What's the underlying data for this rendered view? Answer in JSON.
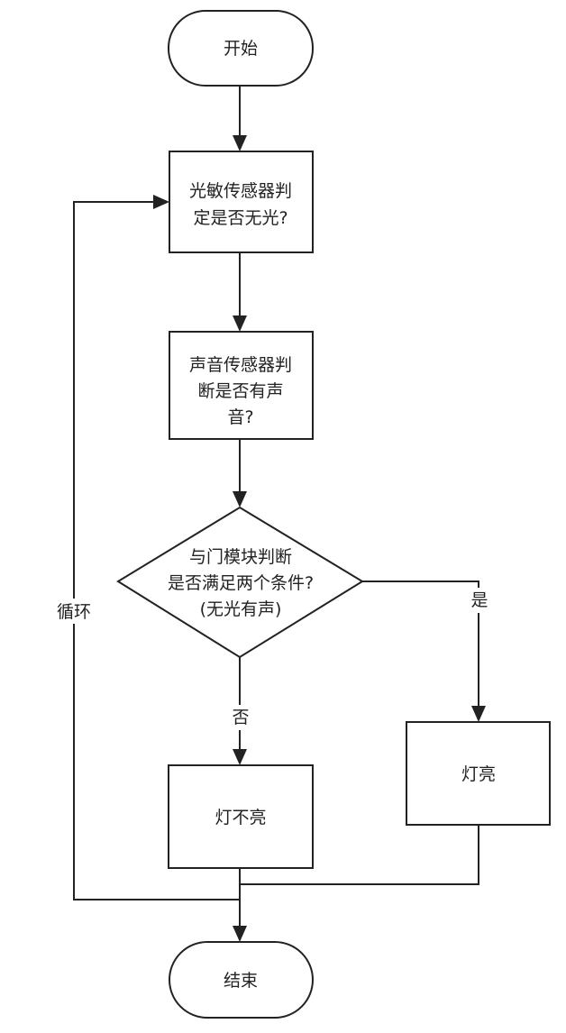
{
  "nodes": {
    "start": "开始",
    "light_check": [
      "光敏传感器判",
      "定是否无光?"
    ],
    "sound_check": [
      "声音传感器判",
      "断是否有声",
      "音?"
    ],
    "and_gate": [
      "与门模块判断",
      "是否满足两个条件?",
      "(无光有声)"
    ],
    "light_on": "灯亮",
    "light_off": "灯不亮",
    "end": "结束"
  },
  "edges": {
    "yes_label": "是",
    "no_label": "否",
    "loop_label": "循环"
  }
}
